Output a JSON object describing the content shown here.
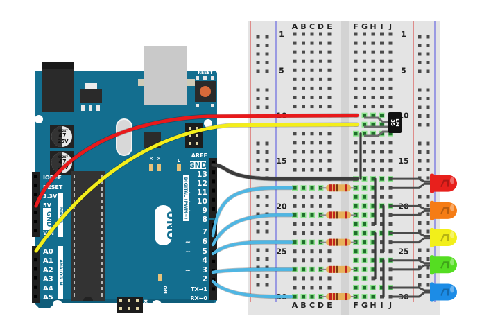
{
  "title": "Arduino Uno with LM35 temperature sensor and five LEDs on a breadboard",
  "arduino": {
    "board_name": "UNO",
    "reset_label": "RESET",
    "icsp_label": "ICSP",
    "on_label": "ON",
    "l_label": "L",
    "tx_label": "TX",
    "rx_label": "RX",
    "capacitor_text": [
      "99247",
      "47",
      "25V"
    ],
    "digital_header_label": "DIGITAL (PWM~)",
    "power_header_label": "POWER",
    "analog_header_label": "ANALOG IN",
    "digital_pins": [
      {
        "label": "AREF",
        "pwm": false
      },
      {
        "label": "GND",
        "pwm": false,
        "boxed": true
      },
      {
        "label": "13",
        "pwm": false
      },
      {
        "label": "12",
        "pwm": false
      },
      {
        "label": "11",
        "pwm": true
      },
      {
        "label": "10",
        "pwm": true
      },
      {
        "label": "9",
        "pwm": true
      },
      {
        "label": "8",
        "pwm": false
      },
      {
        "label": "7",
        "pwm": false
      },
      {
        "label": "6",
        "pwm": true
      },
      {
        "label": "5",
        "pwm": true
      },
      {
        "label": "4",
        "pwm": false
      },
      {
        "label": "3",
        "pwm": true
      },
      {
        "label": "2",
        "pwm": false
      },
      {
        "label": "TX→1",
        "pwm": false
      },
      {
        "label": "RX←0",
        "pwm": false
      }
    ],
    "power_pins": [
      "IOREF",
      "RESET",
      "3.3V",
      "5V",
      "GND",
      "GND",
      "VIN"
    ],
    "analog_pins": [
      "A0",
      "A1",
      "A2",
      "A3",
      "A4",
      "A5"
    ]
  },
  "breadboard": {
    "columns_left": [
      "A",
      "B",
      "C",
      "D",
      "E"
    ],
    "columns_right": [
      "F",
      "G",
      "H",
      "I",
      "J"
    ],
    "row_count": 30,
    "row_labels": [
      1,
      5,
      10,
      15,
      20,
      25,
      30
    ],
    "rail_colors": {
      "positive": "#d9534f",
      "negative": "#5a5ad8"
    }
  },
  "sensor": {
    "label": "LM35",
    "line1": "LM",
    "line2": "35"
  },
  "leds": [
    {
      "color_name": "red",
      "color": "#e8201c",
      "row": 17
    },
    {
      "color_name": "orange",
      "color": "#f57c14",
      "row": 20
    },
    {
      "color_name": "yellow",
      "color": "#f2ef1a",
      "row": 23
    },
    {
      "color_name": "green",
      "color": "#55dd22",
      "row": 26
    },
    {
      "color_name": "blue",
      "color": "#1c8ce6",
      "row": 29
    }
  ],
  "resistors": [
    {
      "row": 18
    },
    {
      "row": 21
    },
    {
      "row": 24
    },
    {
      "row": 27
    },
    {
      "row": 30
    }
  ],
  "wires": [
    {
      "name": "5v-wire",
      "color": "#e8191b",
      "from": "5V",
      "to": "F10"
    },
    {
      "name": "a0-wire",
      "color": "#f4ee1a",
      "from": "A0",
      "to": "F11"
    },
    {
      "name": "gnd-wire",
      "color": "#3c3c3c",
      "from": "GND",
      "to": "F17"
    },
    {
      "name": "pin6-wire",
      "color": "#4fb6e3",
      "from": "6",
      "to": "A18"
    },
    {
      "name": "pin5-wire",
      "color": "#4fb6e3",
      "from": "5",
      "to": "A21"
    },
    {
      "name": "pin4-wire",
      "color": "#4fb6e3",
      "from": "4",
      "to": "A24"
    },
    {
      "name": "pin3-wire",
      "color": "#4fb6e3",
      "from": "3",
      "to": "A27"
    },
    {
      "name": "pin2-wire",
      "color": "#4fb6e3",
      "from": "2",
      "to": "A30"
    }
  ],
  "colors": {
    "board": "#136e8f",
    "board_dark": "#0e5a76",
    "breadboard": "#e3e3e3",
    "hole": "#4a4a4a",
    "hole_active": "#3fd44a"
  }
}
